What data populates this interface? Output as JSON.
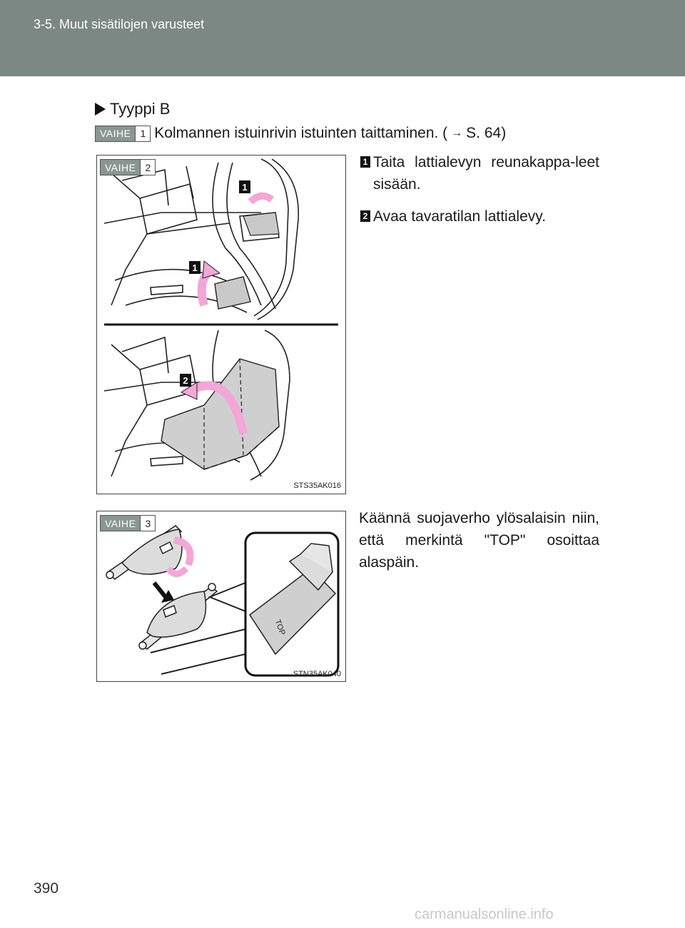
{
  "header": {
    "section": "3-5. Muut sisätilojen varusteet"
  },
  "page_number": "390",
  "type_label": "Tyyppi B",
  "step_label": "VAIHE",
  "step1": {
    "num": "1",
    "text": "Kolmannen istuinrivin istuinten taittaminen. (",
    "ref": "S. 64)"
  },
  "step2": {
    "num": "2",
    "figure_code": "STS35AK016",
    "items": [
      {
        "num": "1",
        "text": "Taita lattialevyn reunakappa-leet sisään."
      },
      {
        "num": "2",
        "text": "Avaa tavaratilan lattialevy."
      }
    ]
  },
  "step3": {
    "num": "3",
    "figure_code": "STN35AK040",
    "text": "Käännä suojaverho ylösalaisin niin, että merkintä \"TOP\" osoittaa alaspäin.",
    "top_label": "TOP"
  },
  "watermark": "carmanualsonline.info",
  "colors": {
    "header_bg": "#7b8883",
    "badge_bg": "#8a9691",
    "arrow_pink": "#f4a6d7",
    "panel_gray": "#c9c9c9"
  }
}
